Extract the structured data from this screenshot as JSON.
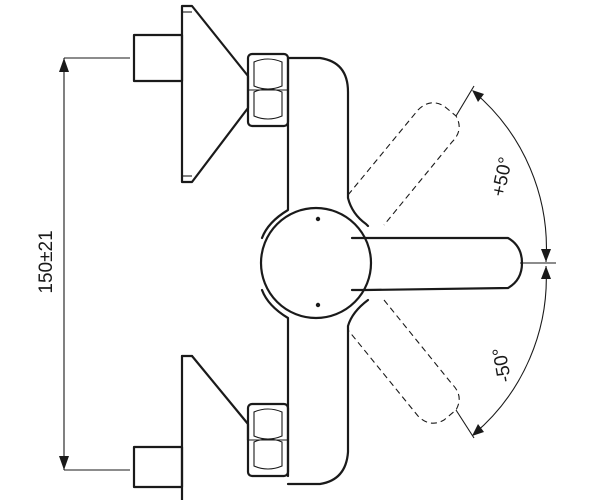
{
  "dimensions": {
    "height_label": "150±21",
    "angle_up_label": "+50°",
    "angle_down_label": "-50°"
  },
  "colors": {
    "line": "#1a1a1a",
    "background": "#ffffff"
  }
}
